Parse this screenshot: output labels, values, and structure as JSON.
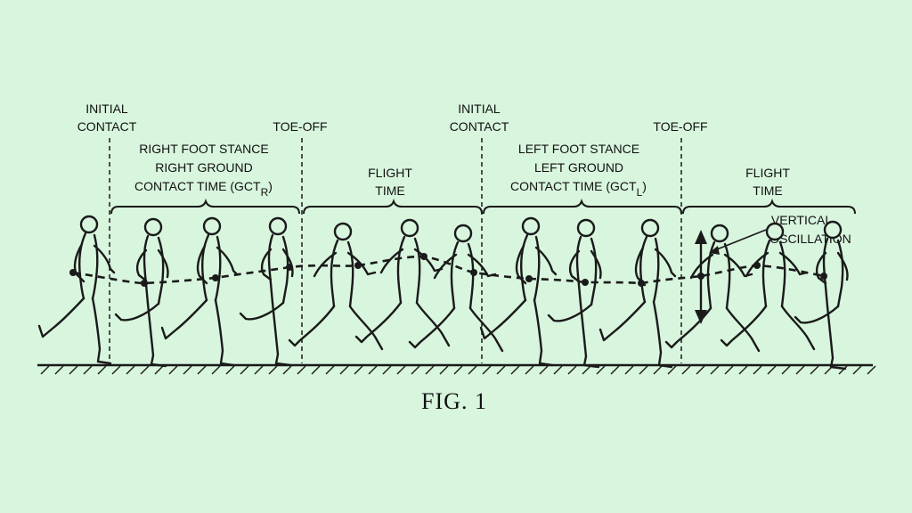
{
  "labels": {
    "initial_contact_1": [
      "INITIAL",
      "CONTACT"
    ],
    "toe_off_1": "TOE-OFF",
    "right_stance": [
      "RIGHT FOOT STANCE",
      "RIGHT GROUND",
      "CONTACT TIME (GCT"
    ],
    "right_sub": "R",
    "close_paren": ")",
    "flight_1": [
      "FLIGHT",
      "TIME"
    ],
    "initial_contact_2": [
      "INITIAL",
      "CONTACT"
    ],
    "toe_off_2": "TOE-OFF",
    "left_stance": [
      "LEFT FOOT STANCE",
      "LEFT GROUND",
      "CONTACT TIME (GCT"
    ],
    "left_sub": "L",
    "flight_2": [
      "FLIGHT",
      "TIME"
    ],
    "vertical_oscillation": [
      "VERTICAL",
      "OSCILLATION"
    ]
  },
  "figure_caption": "FIG. 1",
  "colors": {
    "background": "#d8f5dd",
    "ink": "#1a1a1a"
  }
}
